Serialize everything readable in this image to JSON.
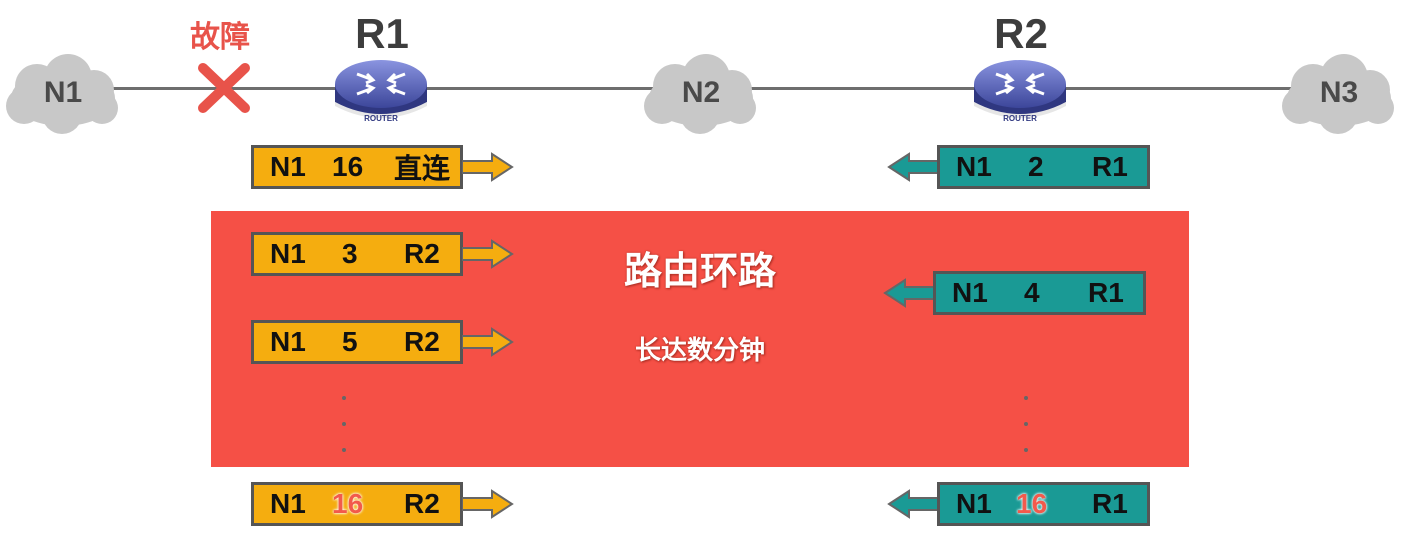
{
  "networks": {
    "n1": "N1",
    "n2": "N2",
    "n3": "N3"
  },
  "routers": {
    "r1": {
      "label": "R1",
      "caption": "ROUTER"
    },
    "r2": {
      "label": "R2",
      "caption": "ROUTER"
    }
  },
  "fault": {
    "label": "故障"
  },
  "loop": {
    "title": "路由环路",
    "subtitle": "长达数分钟"
  },
  "r1_entries": [
    {
      "dest": "N1",
      "metric": "16",
      "next": "直连"
    },
    {
      "dest": "N1",
      "metric": "3",
      "next": "R2"
    },
    {
      "dest": "N1",
      "metric": "5",
      "next": "R2"
    },
    {
      "dest": "N1",
      "metric": "16",
      "next": "R2"
    }
  ],
  "r2_entries": [
    {
      "dest": "N1",
      "metric": "2",
      "next": "R1"
    },
    {
      "dest": "N1",
      "metric": "4",
      "next": "R1"
    },
    {
      "dest": "N1",
      "metric": "16",
      "next": "R1"
    }
  ],
  "colors": {
    "r1_entry": "#f5ad0f",
    "r2_entry": "#1a9a95",
    "loop_background": "#f55046",
    "fault_mark": "#e8534a",
    "router_body": "#4f5bb0",
    "cloud": "#c8c8c8"
  }
}
